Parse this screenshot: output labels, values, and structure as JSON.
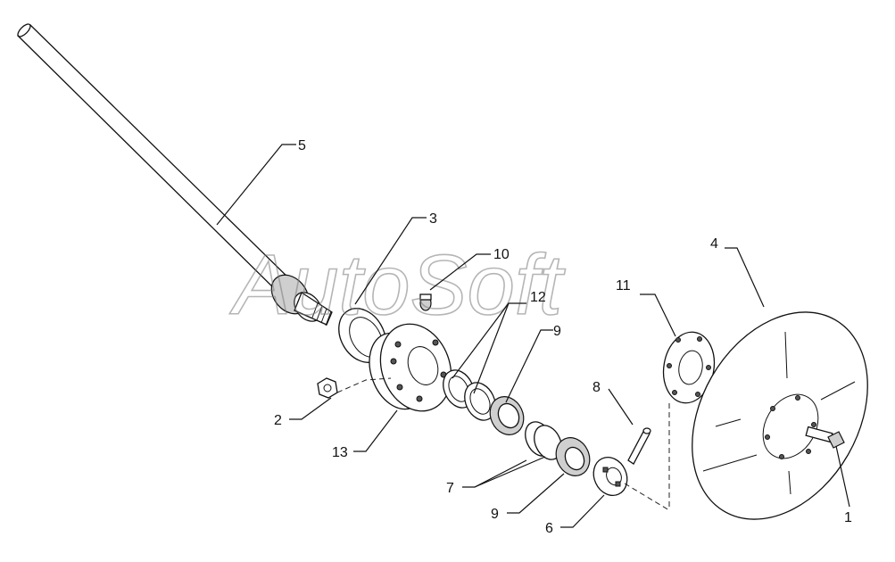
{
  "watermark": {
    "text": "AutoSoft"
  },
  "callouts": {
    "c1": "1",
    "c2": "2",
    "c3": "3",
    "c4": "4",
    "c5": "5",
    "c6": "6",
    "c7": "7",
    "c8": "8",
    "c9a": "9",
    "c9b": "9",
    "c10": "10",
    "c11": "11",
    "c12": "12",
    "c13": "13"
  },
  "colors": {
    "line": "#111111",
    "background": "#ffffff",
    "watermark": "#7a7a7a"
  }
}
